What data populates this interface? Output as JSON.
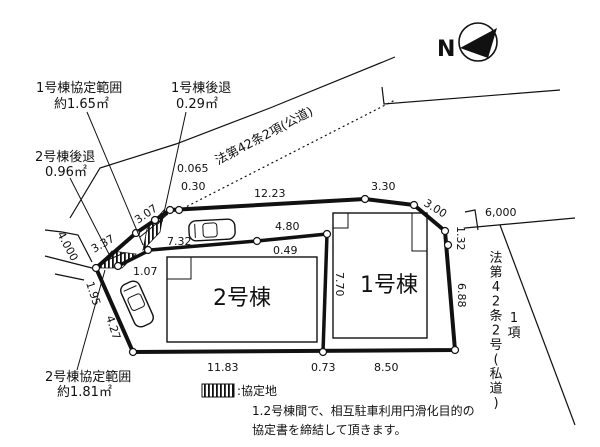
{
  "compass": {
    "letter": "N"
  },
  "road": {
    "public": "法第42条2項(公道)",
    "private_chars": [
      "法",
      "第",
      "4",
      "2",
      "条",
      "2",
      "号",
      "(",
      "私",
      "道",
      ")",
      "1",
      "項"
    ],
    "width": "6,000"
  },
  "buildings": {
    "b1": "1号棟",
    "b2": "2号棟"
  },
  "callouts": {
    "b1_agreement_title": "1号棟協定範囲",
    "b1_agreement_area": "約1.65㎡",
    "b1_setback_title": "1号棟後退",
    "b1_setback_area": "0.29㎡",
    "b2_setback_title": "2号棟後退",
    "b2_setback_area": "0.96㎡",
    "b2_agreement_title": "2号棟協定範囲",
    "b2_agreement_area": "約1.81㎡"
  },
  "dimensions": {
    "top_lot1": "12.23",
    "top_right_a": "3.30",
    "top_right_b": "3.00",
    "right_short": "1.32",
    "right_side": "6.88",
    "bottom_right": "8.50",
    "bottom_mid": "0.73",
    "bottom_left": "11.83",
    "divider_top": "4.80",
    "divider_short": "0.49",
    "lot1_left": "7.70",
    "lot2_notch": "7.32",
    "notch_vert": "1.07",
    "left_a": "4.000",
    "left_b": "1.95",
    "left_c": "4.27",
    "corner_a": "3.37",
    "corner_b": "3.07",
    "setback_a": "0.065",
    "setback_b": "0.30"
  },
  "legend": {
    "label": ":協定地",
    "note_line1": "1.2号棟間で、相互駐車利用円滑化目的の",
    "note_line2": "協定書を締結して頂きます。"
  }
}
